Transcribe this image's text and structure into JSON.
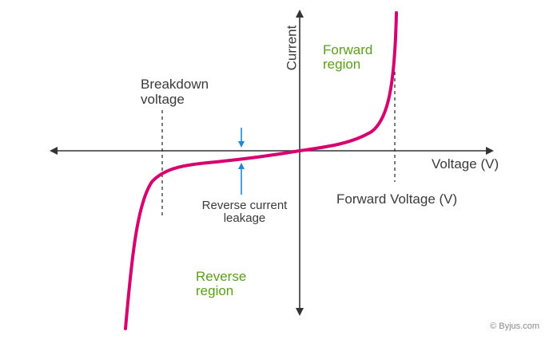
{
  "diagram": {
    "axis_labels": {
      "y": "Current",
      "x": "Voltage (V)"
    },
    "regions": {
      "forward": [
        "Forward",
        "region"
      ],
      "reverse": [
        "Reverse",
        "region"
      ]
    },
    "annotations": {
      "breakdown": [
        "Breakdown",
        "voltage"
      ],
      "leakage": [
        "Reverse current",
        "leakage"
      ],
      "forward_voltage": "Forward Voltage (V)"
    },
    "credit": "© Byjus.com",
    "colors": {
      "curve": "#d6006e",
      "axis": "#333333",
      "region_text": "#5a9e1a",
      "arrow": "#1e88d8",
      "label_text": "#3a3a3a",
      "credit_text": "#888888"
    }
  }
}
